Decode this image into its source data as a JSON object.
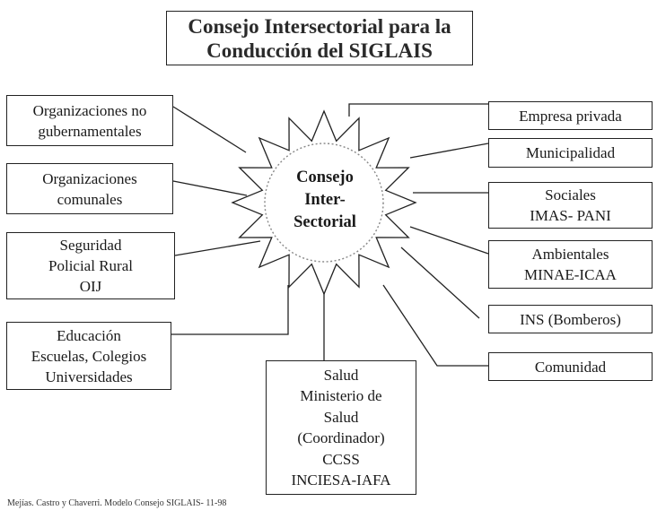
{
  "title": {
    "line1": "Consejo Intersectorial para la",
    "line2": "Conducción del SIGLAIS"
  },
  "center": {
    "line1": "Consejo",
    "line2": "Inter-",
    "line3": "Sectorial"
  },
  "left_nodes": {
    "ong": {
      "line1": "Organizaciones no",
      "line2": "gubernamentales"
    },
    "comunales": {
      "line1": "Organizaciones",
      "line2": "comunales"
    },
    "seguridad": {
      "line1": "Seguridad",
      "line2": "Policial Rural",
      "line3": "OIJ"
    },
    "educacion": {
      "line1": "Educación",
      "line2": "Escuelas, Colegios",
      "line3": "Universidades"
    }
  },
  "bottom_node": {
    "line1": "Salud",
    "line2": "Ministerio de",
    "line3": "Salud",
    "line4": "(Coordinador)",
    "line5": "CCSS",
    "line6": "INCIESA-IAFA"
  },
  "right_nodes": {
    "empresa": {
      "line1": "Empresa privada"
    },
    "municipalidad": {
      "line1": "Municipalidad"
    },
    "sociales": {
      "line1": "Sociales",
      "line2": "IMAS- PANI"
    },
    "ambientales": {
      "line1": "Ambientales",
      "line2": "MINAE-ICAA"
    },
    "ins": {
      "line1": "INS (Bomberos)"
    },
    "comunidad": {
      "line1": "Comunidad"
    }
  },
  "footer": "Mejías. Castro y Chaverri. Modelo Consejo SIGLAIS- 11-98"
}
